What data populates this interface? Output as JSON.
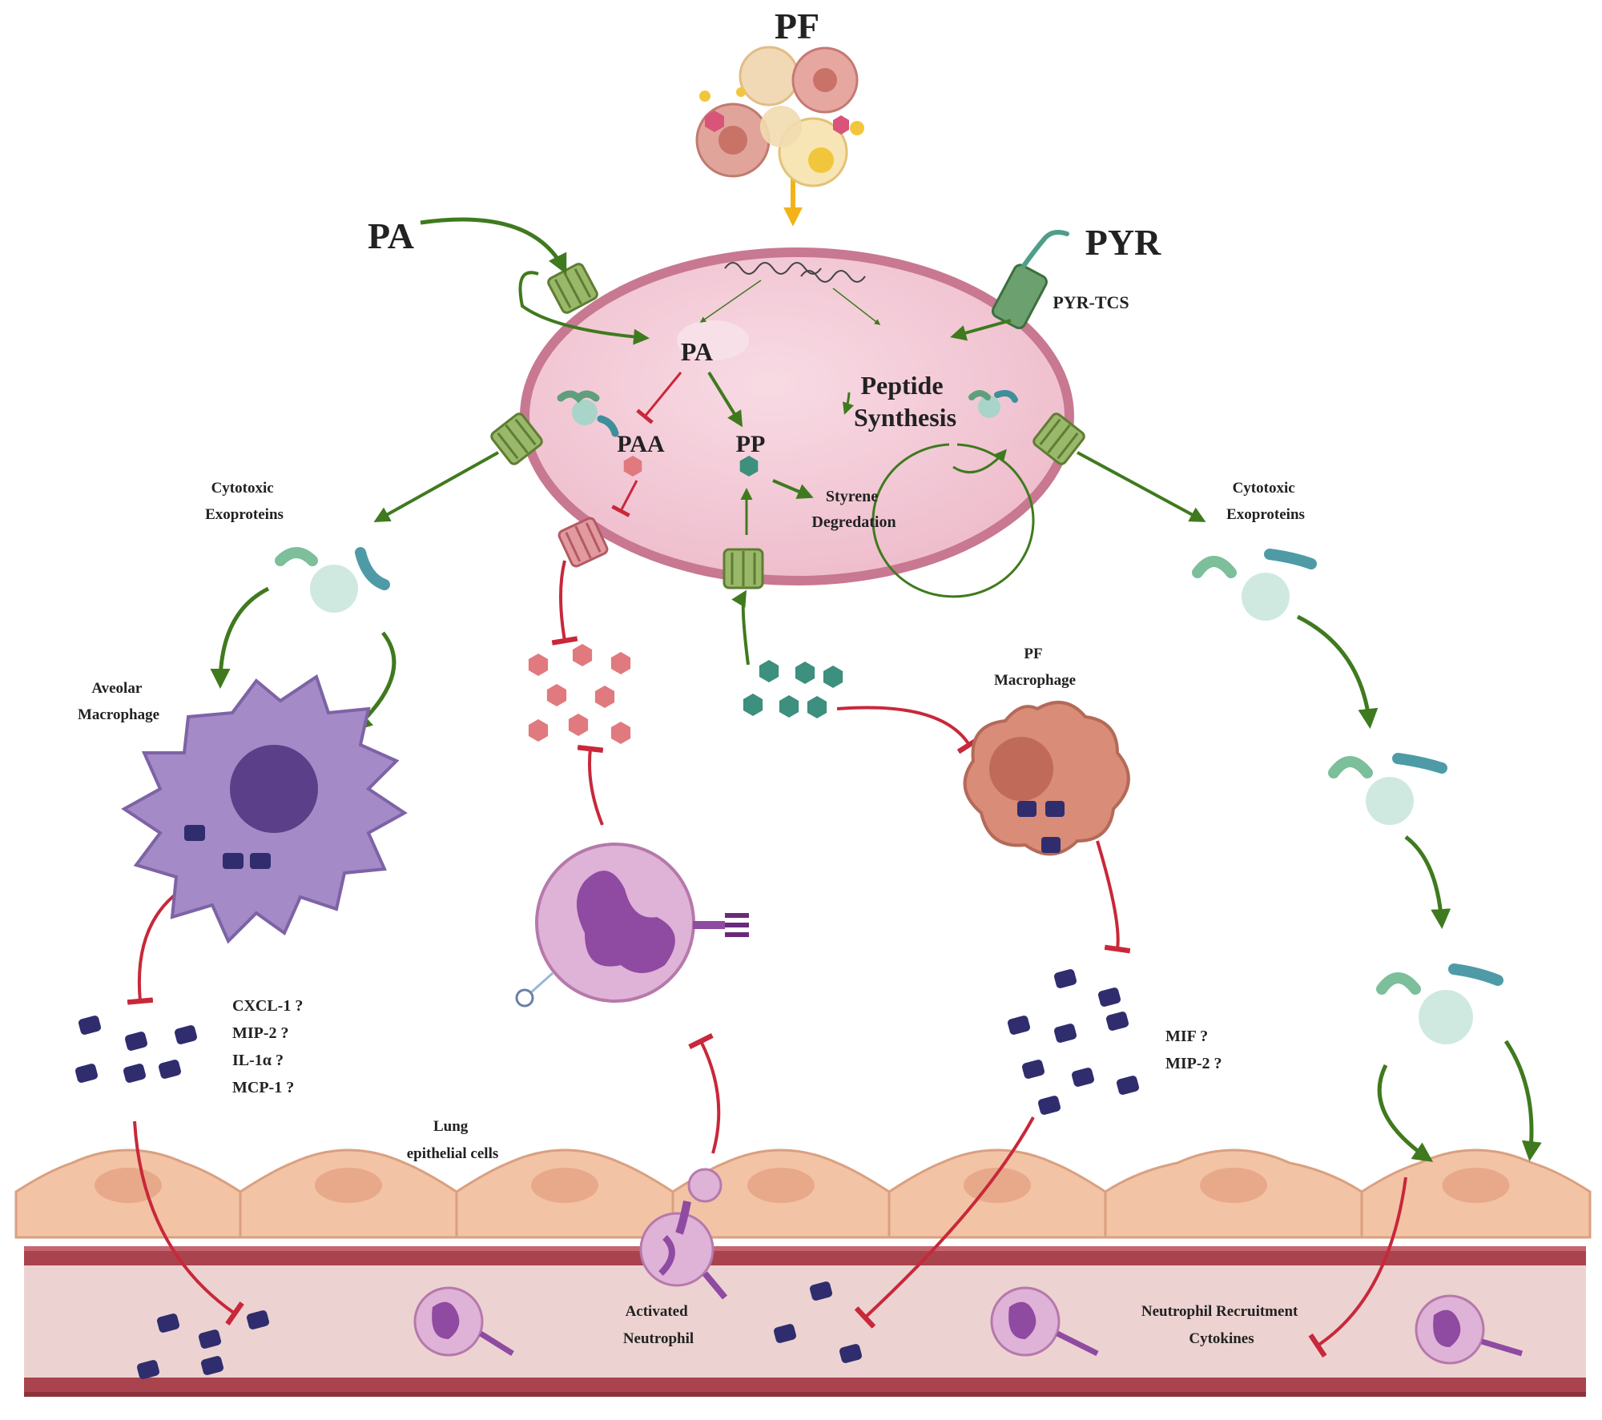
{
  "labels": {
    "pf_top": "PF",
    "pa_outer": "PA",
    "pyr_outer": "PYR",
    "pyr_tcs": "PYR-TCS",
    "pa_inner": "PA",
    "paa": "PAA",
    "pp": "PP",
    "peptide_synthesis": [
      "Peptide",
      "Synthesis"
    ],
    "styrene_degradation": [
      "Styrene",
      "Degredation"
    ],
    "cytotoxic_left": [
      "Cytotoxic",
      "Exoproteins"
    ],
    "cytotoxic_right": [
      "Cytotoxic",
      "Exoproteins"
    ],
    "alveolar_macrophage": [
      "Aveolar",
      "Macrophage"
    ],
    "pf_macrophage": [
      "PF",
      "Macrophage"
    ],
    "cytokines_left": [
      "CXCL-1 ?",
      "MIP-2 ?",
      "IL-1α ?",
      "MCP-1 ?"
    ],
    "cytokines_right": [
      "MIF ?",
      "MIP-2 ?"
    ],
    "lung_epithelial": [
      "Lung",
      "epithelial cells"
    ],
    "activated_neutrophil": [
      "Activated",
      "Neutrophil"
    ],
    "recruitment_cytokines": [
      "Neutrophil Recruitment",
      "Cytokines"
    ]
  },
  "colors": {
    "activation": "#3f7a1e",
    "inhibition": "#c8283a",
    "cell_body": "#f2c6d4",
    "cell_border": "#c87891",
    "vessel_wall": "#a9434d",
    "vessel_lumen": "#ecd3d1",
    "epithelium": "#f3c3a5",
    "cytokine": "#2f2d6e",
    "paa_hexagon": "#e07a7e",
    "pp_hexagon": "#3d8f7e",
    "alveolar_macrophage": "#a48ac6",
    "pf_macrophage": "#d98c78",
    "neutrophil": "#dfb2d8"
  }
}
